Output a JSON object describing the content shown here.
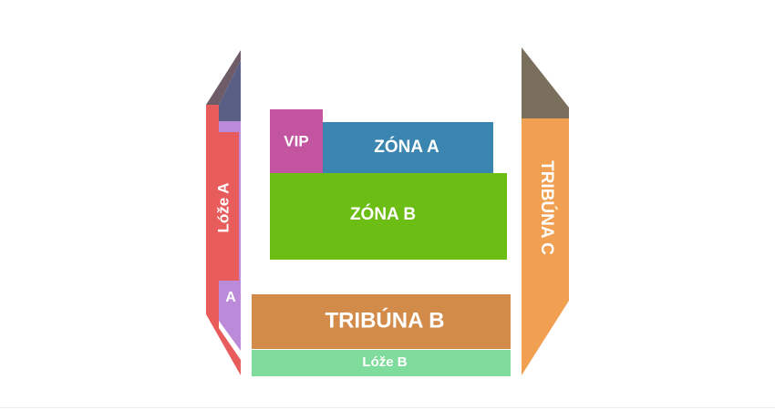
{
  "sections": {
    "vip": {
      "label": "VIP",
      "color": "#c355a0"
    },
    "zona_a": {
      "label": "ZÓNA A",
      "color": "#3a86b0"
    },
    "zona_b": {
      "label": "ZÓNA B",
      "color": "#6cbd14"
    },
    "tribuna_b": {
      "label": "TRIBÚNA B",
      "color": "#d38b4a"
    },
    "loze_b": {
      "label": "Lóže B",
      "color": "#7fdc9c"
    },
    "tribuna_c": {
      "label": "TRIBÚNA C",
      "color": "#f0a050",
      "cap_color": "#7a6e5c"
    },
    "loze_a": {
      "label": "Lóže A",
      "color": "#e85c5c",
      "cap_color": "#6e5c68"
    },
    "loze_a_small": {
      "label": "A",
      "color": "#bb8ad8",
      "cap_color": "#5a5f86"
    }
  }
}
